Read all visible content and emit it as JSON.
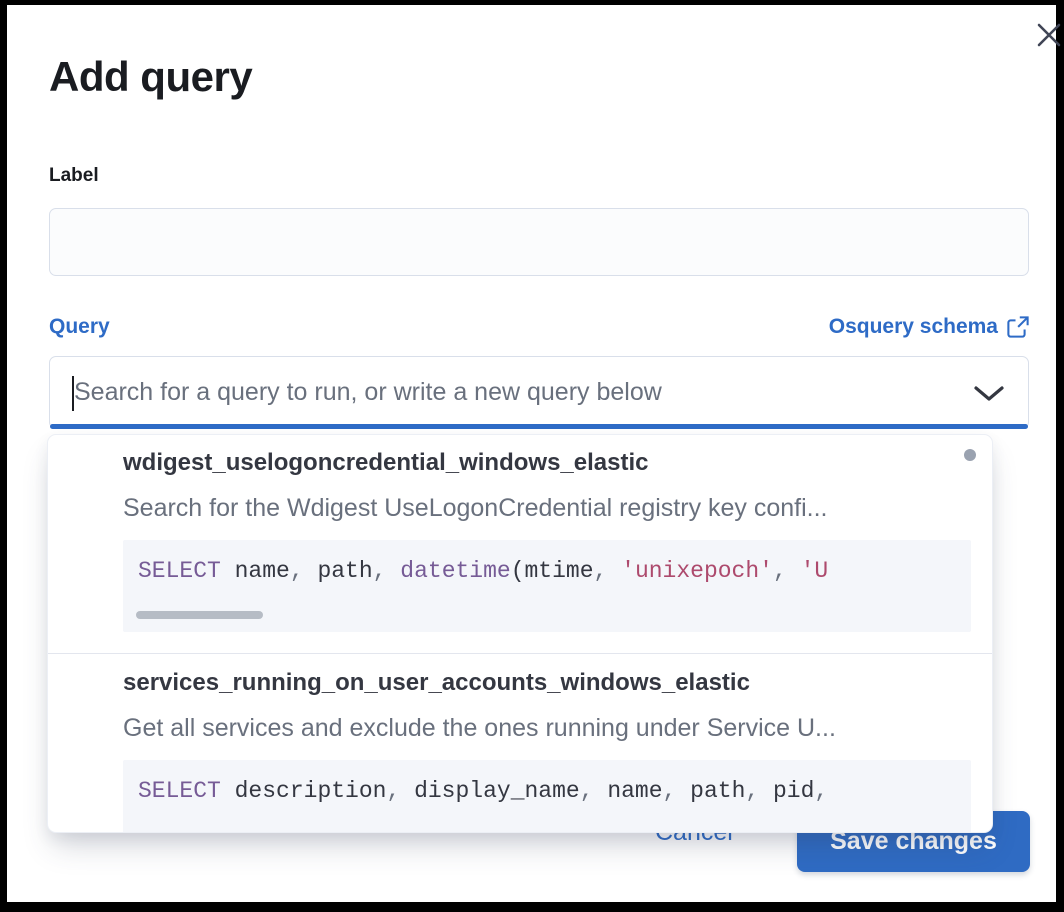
{
  "modal": {
    "title": "Add query"
  },
  "form": {
    "label_field": {
      "label": "Label",
      "value": ""
    },
    "query_field": {
      "label": "Query",
      "schema_link_label": "Osquery schema",
      "placeholder": "Search for a query to run, or write a new query below",
      "value": ""
    }
  },
  "dropdown": {
    "options": [
      {
        "title": "wdigest_uselogoncredential_windows_elastic",
        "description": "Search for the Wdigest UseLogonCredential registry key confi...",
        "code_tokens": [
          {
            "t": "kw",
            "v": "SELECT"
          },
          {
            "t": "pln",
            "v": " name"
          },
          {
            "t": "pun",
            "v": ", "
          },
          {
            "t": "pln",
            "v": "path"
          },
          {
            "t": "pun",
            "v": ", "
          },
          {
            "t": "kw",
            "v": "datetime"
          },
          {
            "t": "pln",
            "v": "(mtime"
          },
          {
            "t": "pun",
            "v": ", "
          },
          {
            "t": "str",
            "v": "'unixepoch'"
          },
          {
            "t": "pun",
            "v": ", "
          },
          {
            "t": "str",
            "v": "'U"
          }
        ]
      },
      {
        "title": "services_running_on_user_accounts_windows_elastic",
        "description": "Get all services and exclude the ones running under Service U...",
        "code_tokens": [
          {
            "t": "kw",
            "v": "SELECT"
          },
          {
            "t": "pln",
            "v": " description"
          },
          {
            "t": "pun",
            "v": ", "
          },
          {
            "t": "pln",
            "v": "display_name"
          },
          {
            "t": "pun",
            "v": ", "
          },
          {
            "t": "pln",
            "v": "name"
          },
          {
            "t": "pun",
            "v": ", "
          },
          {
            "t": "pln",
            "v": "path"
          },
          {
            "t": "pun",
            "v": ", "
          },
          {
            "t": "pln",
            "v": "pid"
          },
          {
            "t": "pun",
            "v": ","
          }
        ]
      }
    ]
  },
  "footer": {
    "cancel_label": "Cancel",
    "save_label": "Save changes"
  },
  "colors": {
    "accent_blue": "#2e6bc6",
    "save_button_blue": "#2f6bc3",
    "title_text": "#1a1c21",
    "body_text": "#343741",
    "muted_text": "#69707d",
    "code_background": "#f4f6fa",
    "code_keyword": "#765b96",
    "code_string": "#ad4a6d"
  }
}
